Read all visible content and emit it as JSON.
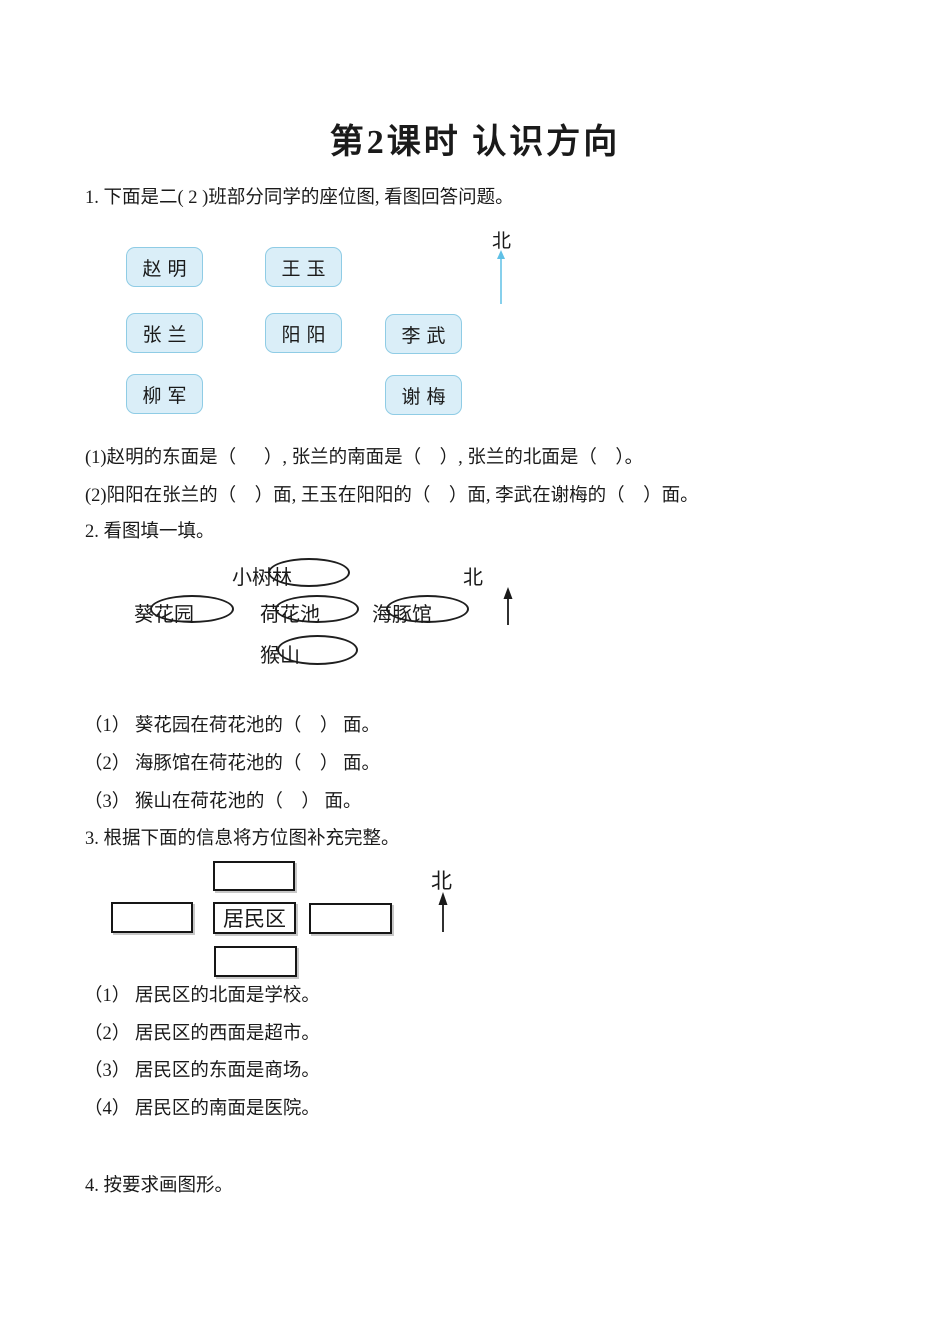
{
  "title": "第2课时 认识方向",
  "colors": {
    "seat_fill": "#daeef8",
    "seat_border": "#8fcce5",
    "north_arrow_blue": "#5fc0e6",
    "ink": "#1a1a1a"
  },
  "q1": {
    "prompt": "1. 下面是二( 2 )班部分同学的座位图, 看图回答问题。",
    "north_label": "北",
    "seats": [
      {
        "name": "赵明"
      },
      {
        "name": "王玉"
      },
      {
        "name": "张兰"
      },
      {
        "name": "阳阳"
      },
      {
        "name": "李武"
      },
      {
        "name": "柳军"
      },
      {
        "name": "谢梅"
      }
    ],
    "sub_questions": [
      "(1)赵明的东面是（      ）, 张兰的南面是（    ）, 张兰的北面是（    ）。",
      "(2)阳阳在张兰的（    ）面, 王玉在阳阳的（    ）面, 李武在谢梅的（    ）面。"
    ]
  },
  "q2": {
    "prompt": "2. 看图填一填。",
    "north_label": "北",
    "places": [
      {
        "name": "小树林"
      },
      {
        "name": "葵花园"
      },
      {
        "name": "荷花池"
      },
      {
        "name": "海豚馆"
      },
      {
        "name": "猴山"
      }
    ],
    "sub_questions": [
      "（1） 葵花园在荷花池的（    ） 面。",
      "（2） 海豚馆在荷花池的（    ） 面。",
      "（3） 猴山在荷花池的（    ） 面。"
    ]
  },
  "q3": {
    "prompt": "3. 根据下面的信息将方位图补充完整。",
    "north_label": "北",
    "center_label": "居民区",
    "sub_questions": [
      "（1） 居民区的北面是学校。",
      "（2） 居民区的西面是超市。",
      "（3） 居民区的东面是商场。",
      "（4） 居民区的南面是医院。"
    ]
  },
  "q4": {
    "prompt": "4. 按要求画图形。"
  }
}
